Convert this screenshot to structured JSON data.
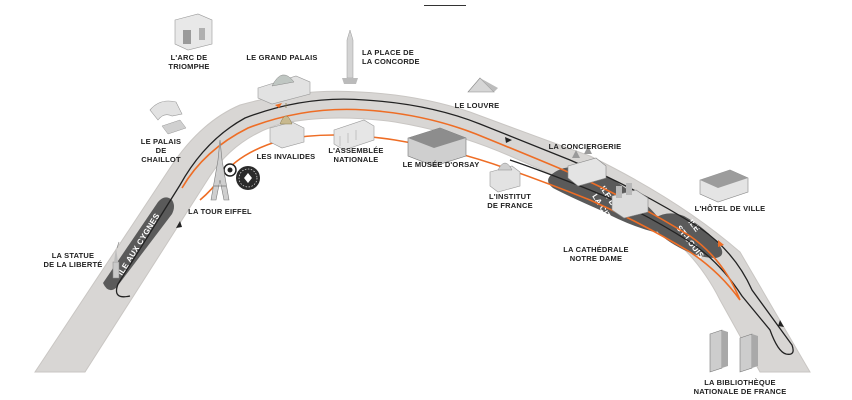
{
  "map": {
    "colors": {
      "river": "#d8d6d4",
      "river_edge": "#c9c6c3",
      "island": "#5a5a5a",
      "route_orange": "#ee6d25",
      "route_dark": "#222222",
      "label_text": "#222222"
    },
    "islands": {
      "cygnes": "ILE AUX CYGNES",
      "cite_1": "ILE DE",
      "cite_2": "LA CITÉ",
      "stlouis_1": "ILE",
      "stlouis_2": "ST-LOUIS"
    },
    "landmarks": {
      "arc": "L'ARC DE\nTRIOMPHE",
      "grand_palais": "LE GRAND PALAIS",
      "concorde": "LA PLACE DE\nLA CONCORDE",
      "louvre": "LE LOUVRE",
      "chaillot": "LE PALAIS\nDE CHAILLOT",
      "invalides": "LES INVALIDES",
      "assemblee": "L'ASSEMBLÉE\nNATIONALE",
      "orsay": "LE MUSÉE D'ORSAY",
      "conciergerie": "LA CONCIERGERIE",
      "institut": "L'INSTITUT\nDE FRANCE",
      "hotel_de_ville": "L'HÔTEL DE VILLE",
      "tour_eiffel": "LA TOUR EIFFEL",
      "statue": "LA STATUE\nDE LA LIBERTÉ",
      "notre_dame": "LA CATHÉDRALE\nNOTRE DAME",
      "bibliotheque": "LA BIBLIOTHÈQUE\nNATIONALE DE FRANCE"
    },
    "icons": {
      "start": "start-point-icon",
      "port": "port-logo-icon"
    }
  }
}
